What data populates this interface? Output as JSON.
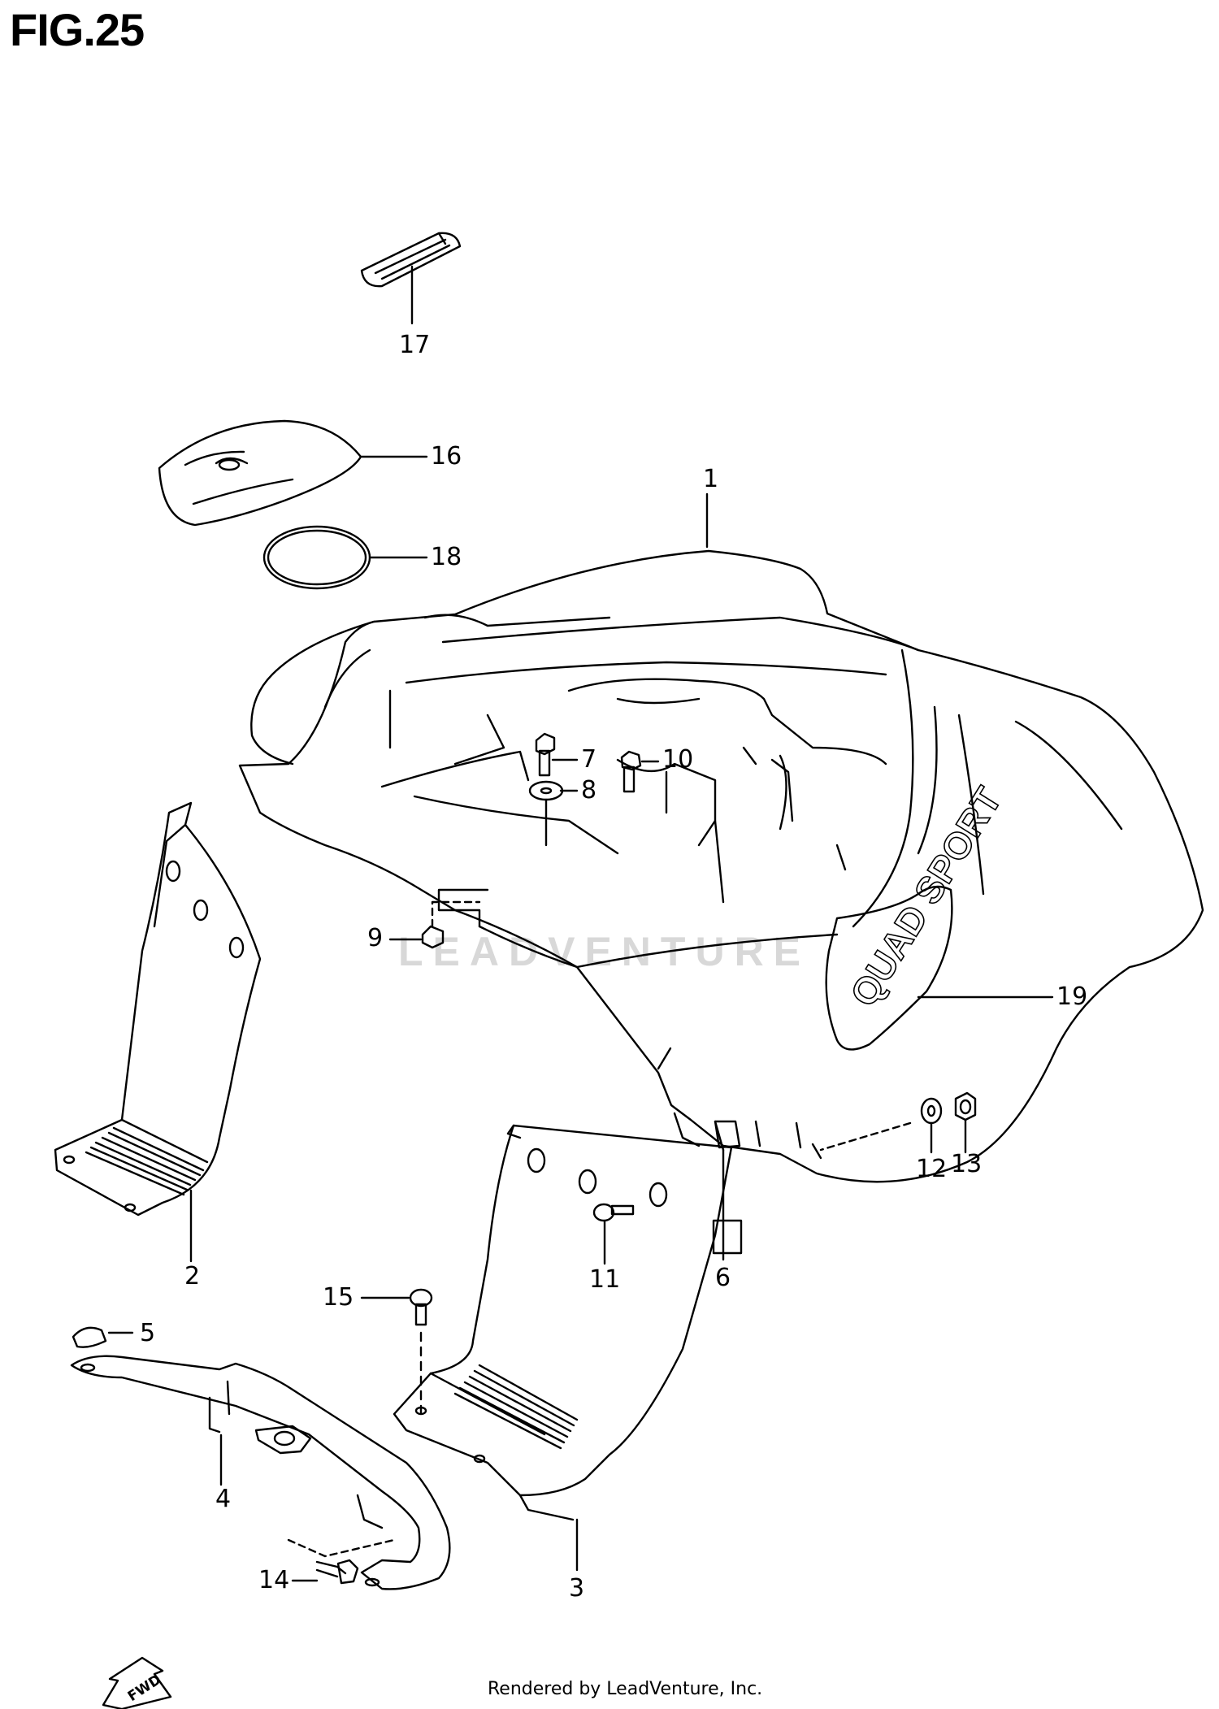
{
  "figure": {
    "title": "FIG.25"
  },
  "callouts": {
    "c1": "1",
    "c2": "2",
    "c3": "3",
    "c4": "4",
    "c5": "5",
    "c6": "6",
    "c7": "7",
    "c8": "8",
    "c9": "9",
    "c10": "10",
    "c11": "11",
    "c12": "12",
    "c13": "13",
    "c14": "14",
    "c15": "15",
    "c16": "16",
    "c17": "17",
    "c18": "18",
    "c19": "19"
  },
  "decal_text": "QUAD SPORT",
  "fwd_label": "FWD",
  "watermark": "LEADVENTURE",
  "footer": "Rendered by LeadVenture, Inc."
}
